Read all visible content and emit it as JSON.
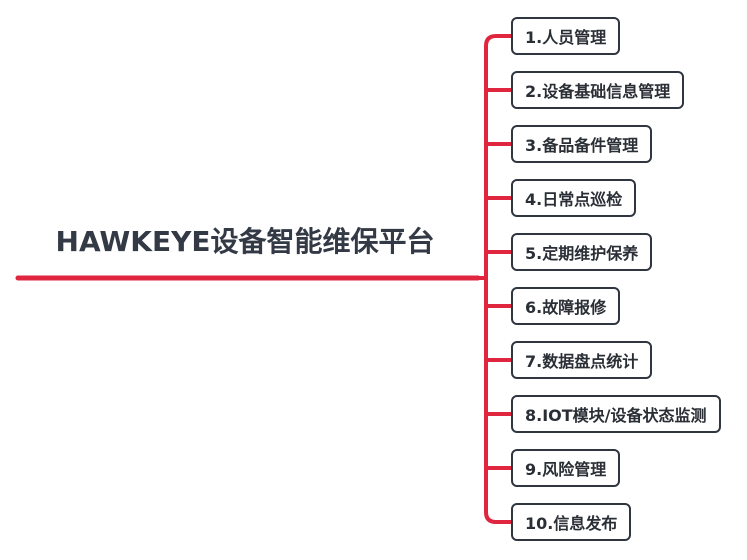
{
  "root": {
    "title": "HAWKEYE设备智能维保平台"
  },
  "branches": [
    {
      "label": "1.人员管理"
    },
    {
      "label": "2.设备基础信息管理"
    },
    {
      "label": "3.备品备件管理"
    },
    {
      "label": "4.日常点巡检"
    },
    {
      "label": "5.定期维护保养"
    },
    {
      "label": "6.故障报修"
    },
    {
      "label": "7.数据盘点统计"
    },
    {
      "label": "8.IOT模块/设备状态监测"
    },
    {
      "label": "9.风险管理"
    },
    {
      "label": "10.信息发布"
    }
  ],
  "colors": {
    "connector": "#e0253f",
    "node_border": "#2f3640",
    "title_text": "#333a45"
  }
}
